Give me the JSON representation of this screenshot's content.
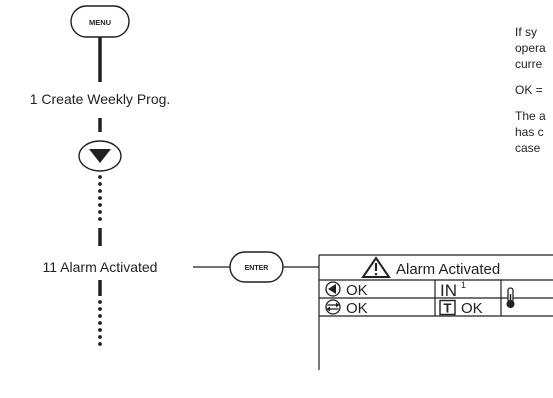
{
  "buttons": {
    "menu": "MENU",
    "enter": "ENTER"
  },
  "steps": {
    "step1": "1 Create Weekly Prog.",
    "step11": "11  Alarm Activated"
  },
  "display": {
    "title": "Alarm Activated",
    "row1_ok": "OK",
    "input_label": "IN",
    "input_superscript": "1",
    "row2_ok": "OK",
    "t_ok": "OK",
    "t_letter": "T"
  },
  "description": {
    "line1": "If sy",
    "line2": "opera",
    "line3": "curre",
    "line4": "OK =",
    "line5": "The a",
    "line6": "has c",
    "line7": "case"
  }
}
